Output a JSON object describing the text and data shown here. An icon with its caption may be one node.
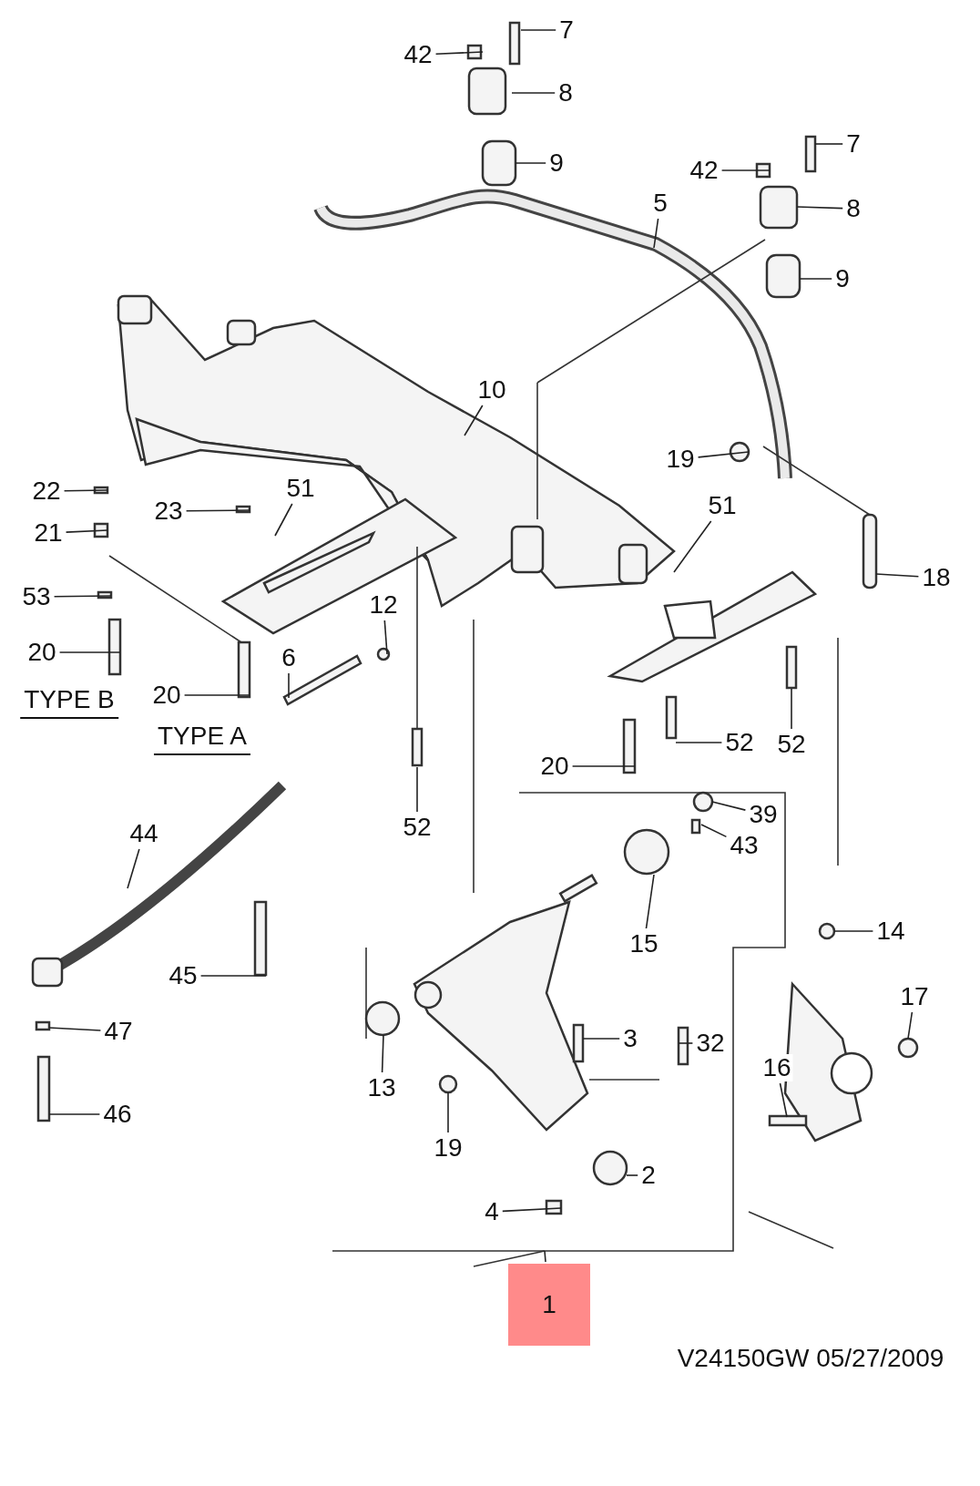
{
  "diagram": {
    "nodes": [
      {
        "text": [
          "7"
        ]
      },
      {
        "text": [
          "42"
        ]
      },
      {
        "text": [
          "8"
        ]
      },
      {
        "text": [
          "9"
        ]
      },
      {
        "text": [
          "7"
        ]
      },
      {
        "text": [
          "42"
        ]
      },
      {
        "text": [
          "8"
        ]
      },
      {
        "text": [
          "5"
        ]
      },
      {
        "text": [
          "9"
        ]
      },
      {
        "text": [
          "10"
        ]
      },
      {
        "text": [
          "19"
        ]
      },
      {
        "text": [
          "22"
        ]
      },
      {
        "text": [
          "23"
        ]
      },
      {
        "text": [
          "51"
        ]
      },
      {
        "text": [
          "51"
        ]
      },
      {
        "text": [
          "21"
        ]
      },
      {
        "text": [
          "18"
        ]
      },
      {
        "text": [
          "53"
        ]
      },
      {
        "text": [
          "12"
        ]
      },
      {
        "text": [
          "20"
        ]
      },
      {
        "text": [
          "6"
        ]
      },
      {
        "text": [
          "20"
        ]
      },
      {
        "text": [
          "52"
        ]
      },
      {
        "text": [
          "52"
        ]
      },
      {
        "text": [
          "20"
        ]
      },
      {
        "text": [
          "52"
        ]
      },
      {
        "text": [
          "39"
        ]
      },
      {
        "text": [
          "44"
        ]
      },
      {
        "text": [
          "43"
        ]
      },
      {
        "text": [
          "15"
        ]
      },
      {
        "text": [
          "14"
        ]
      },
      {
        "text": [
          "45"
        ]
      },
      {
        "text": [
          "17"
        ]
      },
      {
        "text": [
          "47"
        ]
      },
      {
        "text": [
          "3"
        ]
      },
      {
        "text": [
          "32"
        ]
      },
      {
        "text": [
          "16"
        ]
      },
      {
        "text": [
          "13"
        ]
      },
      {
        "text": [
          "46"
        ]
      },
      {
        "text": [
          "19"
        ]
      },
      {
        "text": [
          "2"
        ]
      },
      {
        "text": [
          "4"
        ]
      },
      {
        "text": [
          "1"
        ]
      }
    ],
    "edges": [
      {
        "from": 0,
        "to": null,
        "arrow": "none"
      },
      {
        "from": 1,
        "to": null,
        "arrow": "none"
      },
      {
        "from": 2,
        "to": null,
        "arrow": "none"
      },
      {
        "from": 3,
        "to": null,
        "arrow": "none"
      },
      {
        "from": 4,
        "to": null,
        "arrow": "none"
      },
      {
        "from": 5,
        "to": null,
        "arrow": "none"
      },
      {
        "from": 6,
        "to": null,
        "arrow": "none"
      },
      {
        "from": 7,
        "to": null,
        "arrow": "none"
      },
      {
        "from": 8,
        "to": null,
        "arrow": "none"
      },
      {
        "from": 9,
        "to": null,
        "arrow": "none"
      },
      {
        "from": 10,
        "to": null,
        "arrow": "none"
      },
      {
        "from": 11,
        "to": null,
        "arrow": "none"
      },
      {
        "from": 12,
        "to": null,
        "arrow": "none"
      },
      {
        "from": 13,
        "to": null,
        "arrow": "none"
      },
      {
        "from": 14,
        "to": null,
        "arrow": "none"
      },
      {
        "from": 15,
        "to": null,
        "arrow": "none"
      },
      {
        "from": 16,
        "to": null,
        "arrow": "none"
      },
      {
        "from": 17,
        "to": null,
        "arrow": "none"
      },
      {
        "from": 18,
        "to": null,
        "arrow": "none"
      },
      {
        "from": 19,
        "to": null,
        "arrow": "none"
      },
      {
        "from": 20,
        "to": null,
        "arrow": "none"
      },
      {
        "from": 21,
        "to": null,
        "arrow": "none"
      },
      {
        "from": 22,
        "to": null,
        "arrow": "none"
      },
      {
        "from": 23,
        "to": null,
        "arrow": "none"
      },
      {
        "from": 24,
        "to": null,
        "arrow": "none"
      },
      {
        "from": 25,
        "to": null,
        "arrow": "none"
      },
      {
        "from": 26,
        "to": null,
        "arrow": "none"
      },
      {
        "from": 27,
        "to": null,
        "arrow": "none"
      },
      {
        "from": 28,
        "to": null,
        "arrow": "none"
      },
      {
        "from": 29,
        "to": null,
        "arrow": "none"
      },
      {
        "from": 30,
        "to": null,
        "arrow": "none"
      },
      {
        "from": 31,
        "to": null,
        "arrow": "none"
      },
      {
        "from": 32,
        "to": null,
        "arrow": "none"
      },
      {
        "from": 33,
        "to": null,
        "arrow": "none"
      },
      {
        "from": 34,
        "to": null,
        "arrow": "none"
      },
      {
        "from": 35,
        "to": null,
        "arrow": "none"
      },
      {
        "from": 36,
        "to": null,
        "arrow": "none"
      },
      {
        "from": 37,
        "to": null,
        "arrow": "none"
      },
      {
        "from": 38,
        "to": null,
        "arrow": "none"
      },
      {
        "from": 39,
        "to": null,
        "arrow": "none"
      },
      {
        "from": 40,
        "to": null,
        "arrow": "none"
      },
      {
        "from": 41,
        "to": null,
        "arrow": "none"
      },
      {
        "from": 42,
        "to": null,
        "arrow": "none"
      }
    ],
    "labels": [
      "TYPE B",
      "TYPE A",
      "V24150GW 05/27/2009"
    ]
  }
}
